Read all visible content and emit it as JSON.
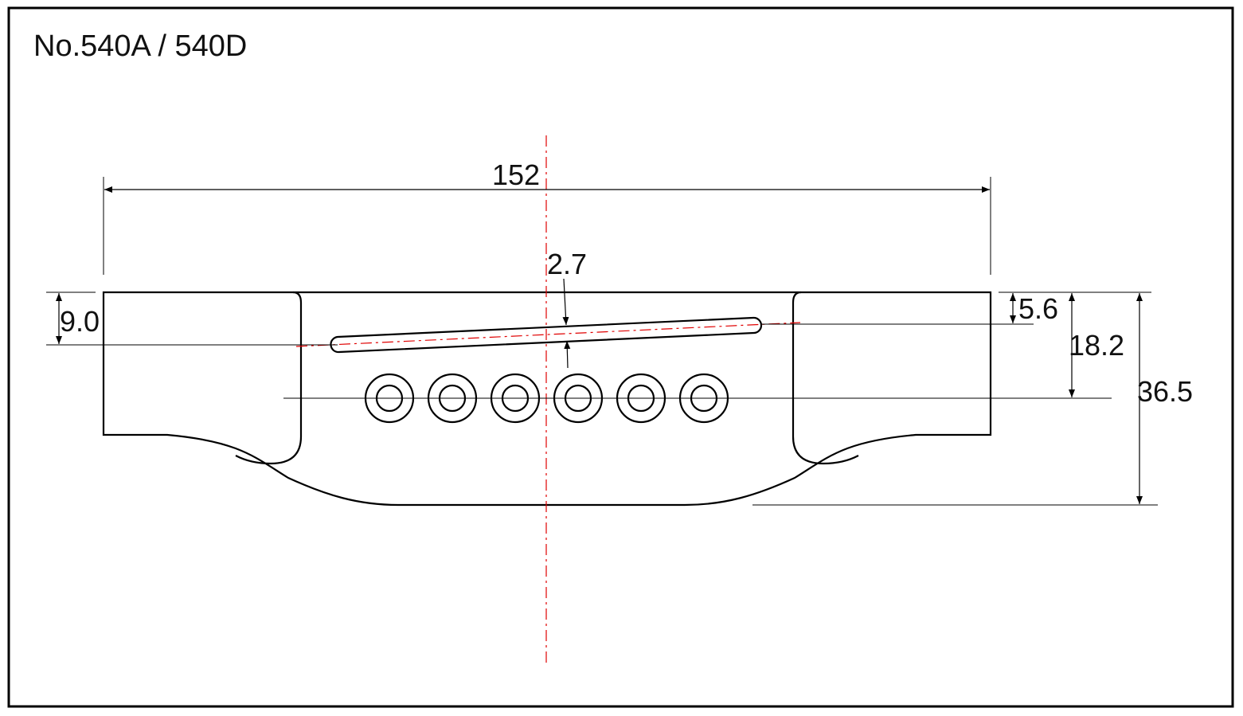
{
  "title": "No.540A / 540D",
  "dimensions": {
    "overall_length": "152",
    "slot_width": "2.7",
    "slot_offset_left": "9.0",
    "slot_offset_right": "5.6",
    "pin_row_depth": "18.2",
    "overall_depth": "36.5"
  },
  "colors": {
    "outline": "#000000",
    "center_line": "#e00000",
    "background": "#ffffff"
  },
  "pin_hole_count": 6
}
